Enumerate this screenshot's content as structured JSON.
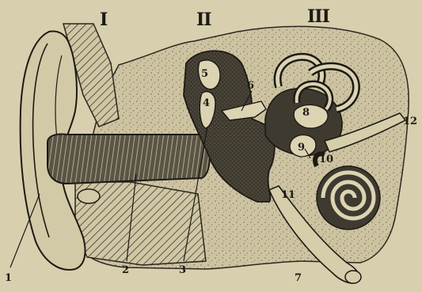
{
  "sections": {
    "I": "I",
    "II": "II",
    "III": "III"
  },
  "labels": {
    "n1": "1",
    "n2": "2",
    "n3": "3",
    "n4": "4",
    "n5": "5",
    "n6": "6",
    "n7": "7",
    "n8": "8",
    "n9": "9",
    "n10": "10",
    "n11": "11",
    "n12": "12"
  },
  "colors": {
    "paper": "#d8cfae",
    "ink": "#1c1a14",
    "speckle": "#6d6553",
    "tympanic_dark": "#3f3a30"
  }
}
